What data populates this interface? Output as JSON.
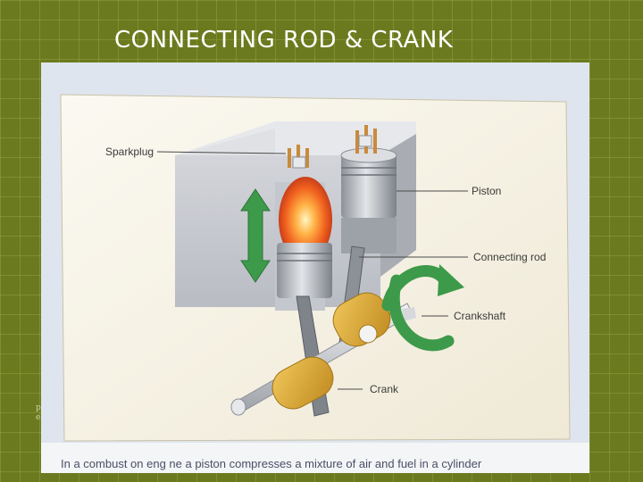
{
  "slide": {
    "title": "CONNECTING ROD & CRANK"
  },
  "diagram": {
    "labels": {
      "sparkplug": "Sparkplug",
      "piston": "Piston",
      "connecting_rod": "Connecting rod",
      "crankshaft": "Crankshaft",
      "crank": "Crank"
    },
    "caption": "In a combust on eng ne a piston compresses a mixture of air and fuel in a cylinder"
  },
  "margin_letters": [
    "p",
    "e"
  ],
  "colors": {
    "background": "#6b7a1e",
    "title": "#ffffff",
    "page": "#f6f2e6",
    "arrow_green": "#3d9a4a",
    "crank_gold": "#d8a830",
    "flame": "#ff7a1a"
  }
}
